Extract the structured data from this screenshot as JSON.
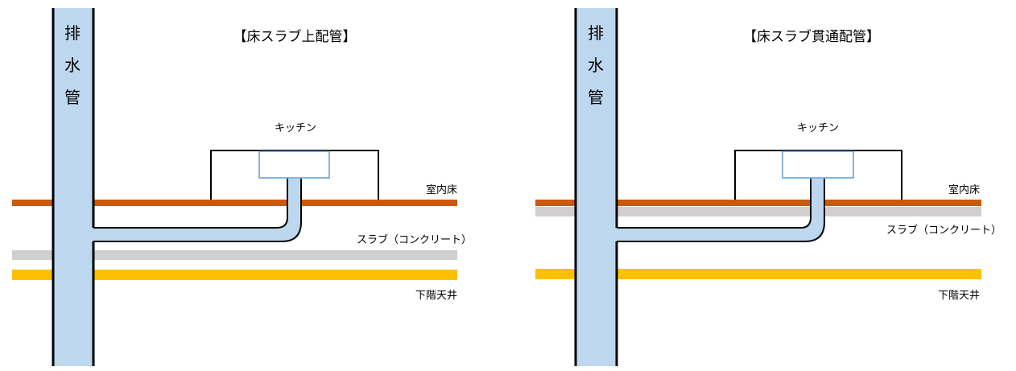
{
  "colors": {
    "pipe_fill": "#bdd7ee",
    "pipe_stroke": "#000000",
    "floor": "#c55a11",
    "slab": "#d0cece",
    "ceiling": "#ffc000",
    "sink_stroke": "#5b9bd5",
    "cabinet_stroke": "#000000"
  },
  "panels": [
    {
      "title": "【床スラブ上配管】",
      "drain_pipe_label": [
        "排",
        "水",
        "管"
      ],
      "kitchen_label": "キッチン",
      "floor_label": "室内床",
      "slab_label": "スラブ（コンクリート）",
      "ceiling_label": "下階天井"
    },
    {
      "title": "【床スラブ貫通配管】",
      "drain_pipe_label": [
        "排",
        "水",
        "管"
      ],
      "kitchen_label": "キッチン",
      "floor_label": "室内床",
      "slab_label": "スラブ（コンクリート）",
      "ceiling_label": "下階天井"
    }
  ]
}
